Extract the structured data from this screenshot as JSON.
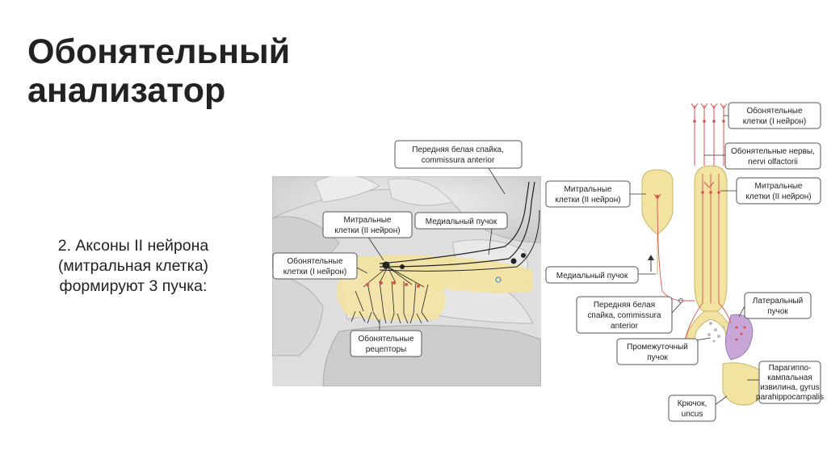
{
  "slide": {
    "title_line1": "Обонятельный",
    "title_line2": "анализатор",
    "subtitle_line1": "2. Аксоны II нейрона",
    "subtitle_line2": "(митральная клетка)",
    "subtitle_line3": "формируют 3 пучка:"
  },
  "left_diagram": {
    "commissure": {
      "line1": "Передняя белая спайка,",
      "line2": "commissura anterior"
    },
    "mitral": {
      "line1": "Митральные",
      "line2": "клетки (II нейрон)"
    },
    "medial": {
      "line1": "Медиальный пучок"
    },
    "olf_cells": {
      "line1": "Обонятельные",
      "line2": "клетки (I нейрон)"
    },
    "receptors": {
      "line1": "Обонятельные",
      "line2": "рецепторы"
    }
  },
  "right_diagram": {
    "olf_cells": {
      "line1": "Обонятельные",
      "line2": "клетки (I нейрон)"
    },
    "nerves": {
      "line1": "Обонятельные нервы,",
      "line2": "nervi olfactorii"
    },
    "mitral_right": {
      "line1": "Митральные",
      "line2": "клетки (II нейрон)"
    },
    "mitral_left": {
      "line1": "Митральные",
      "line2": "клетки (II нейрон)"
    },
    "medial": {
      "line1": "Медиальный пучок"
    },
    "lateral": {
      "line1": "Латеральный",
      "line2": "пучок"
    },
    "commissure": {
      "line1": "Передняя белая",
      "line2": "спайка, commissura",
      "line3": "anterior"
    },
    "intermediate": {
      "line1": "Промежуточный",
      "line2": "пучок"
    },
    "parahippo": {
      "line1": "Парагиппо-",
      "line2": "кампальная",
      "line3": "извилина, gyrus",
      "line4": "parahippocampalis"
    },
    "uncus": {
      "line1": "Крючок,",
      "line2": "uncus"
    }
  },
  "colors": {
    "yellow": "#f3e3a0",
    "red_axon": "#d9534f",
    "purple": "#c8a6d8",
    "brain_gray": "#d8d8d8"
  }
}
